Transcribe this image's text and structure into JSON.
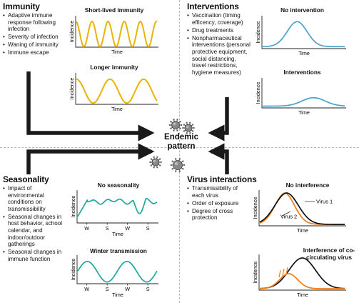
{
  "center": {
    "line1": "Endemic",
    "line2": "pattern"
  },
  "immunity": {
    "title": "Immunity",
    "bullets": [
      "Adaptive immune response following infection",
      "Severity of infection",
      "Waning of immunity",
      "Immune escape"
    ],
    "chart1_title": "Short-lived immunity",
    "chart2_title": "Longer immunity"
  },
  "interventions": {
    "title": "Interventions",
    "bullets": [
      "Vaccination (timing efficency, coverage)",
      "Drug treatments",
      "Nonpharmaceutical interventions (personal protective equipment, social distancing, travel restrictions, hygiene measures)"
    ],
    "chart1_title": "No intervention",
    "chart2_title": "Interventions"
  },
  "seasonality": {
    "title": "Seasonality",
    "bullets": [
      "Impact of environmental conditions on transmissibility",
      "Seasonal changes in host behavior, school calendar, and indoor/outdoor gatherings",
      "Seasonal changes in immune function"
    ],
    "chart1_title": "No seasonality",
    "chart2_title": "Winter transmission",
    "ticks": [
      "W",
      "S",
      "W",
      "S"
    ]
  },
  "virus": {
    "title": "Virus interactions",
    "bullets": [
      "Transmissibility of each virus",
      "Order of exposure",
      "Degree of cross protection"
    ],
    "chart1_title": "No interference",
    "chart2_title": "Interference of co-circulating virus",
    "virus1": "Virus 1",
    "virus2": "Virus 2"
  },
  "axes": {
    "x": "Time",
    "y": "Incidence"
  },
  "colors": {
    "yellow": "#e8b400",
    "blue": "#4aa3c8",
    "teal": "#1fa89a",
    "orange": "#f07c1a",
    "black": "#111111",
    "arrow": "#1a1a1a"
  }
}
